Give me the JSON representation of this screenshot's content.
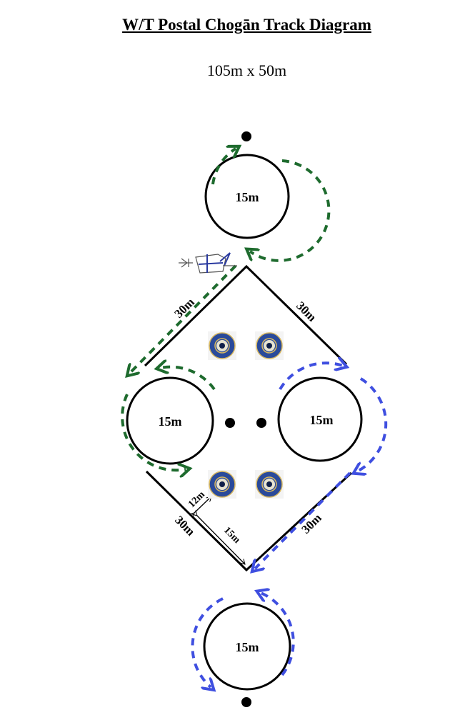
{
  "title": "W/T Postal Chogān Track Diagram",
  "subtitle": "105m x 50m",
  "circles": {
    "top": "15m",
    "left": "15m",
    "right": "15m",
    "bottom": "15m"
  },
  "segments": {
    "top_left": "30m",
    "top_right": "30m",
    "bottom_left": "30m",
    "bottom_right": "30m"
  },
  "measures": {
    "offset": "12m",
    "partial": "15m"
  },
  "colors": {
    "green": "#1e6b2e",
    "blue": "#3f4fe0",
    "target": "#2a4a9a"
  }
}
